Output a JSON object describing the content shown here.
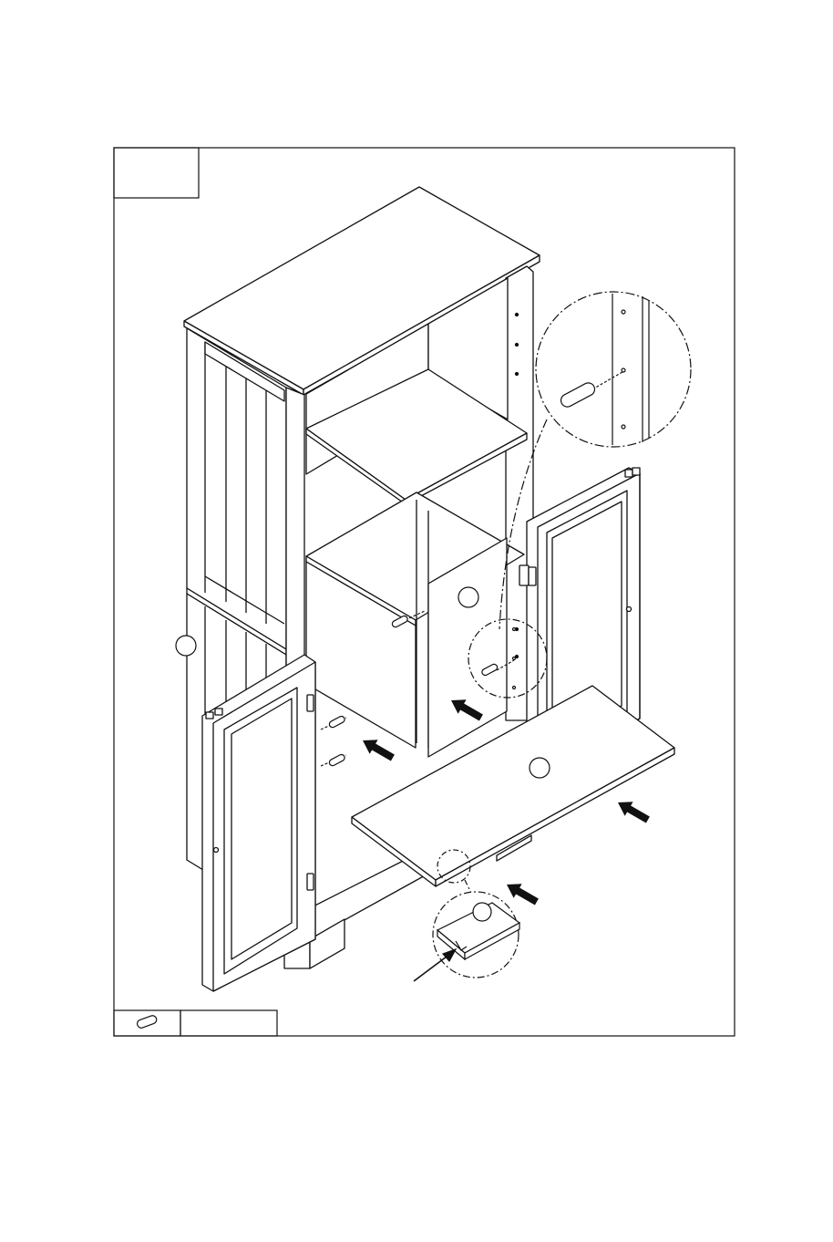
{
  "step_number": "",
  "parts_legend": {
    "icon": "wooden-dowel-icon",
    "quantity": ""
  },
  "callouts": [
    {
      "name": "part-callout-left-side-panel",
      "label": ""
    },
    {
      "name": "part-callout-back-panel",
      "label": ""
    },
    {
      "name": "part-callout-shelf",
      "label": ""
    },
    {
      "name": "part-callout-shelf-detail",
      "label": ""
    }
  ],
  "colors": {
    "line": "#111111",
    "paper": "#ffffff",
    "arrow": "#111111"
  }
}
